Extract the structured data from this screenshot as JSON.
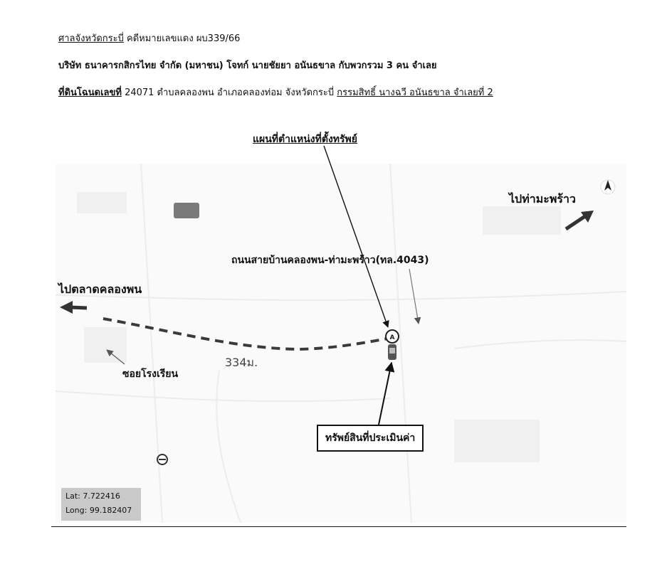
{
  "header": {
    "line1_court": "ศาลจังหวัดกระบี่",
    "line1_case": " คดีหมายเลขแดง ผบ339/66",
    "line2_parties": "บริษัท ธนาคารกสิกรไทย จำกัด (มหาชน) โจทก์  นายชัยยา อนันธขาล กับพวกรวม 3 คน จำเลย",
    "line3_land_label": "ที่ดินโฉนดเลขที่",
    "line3_location": " 24071 ตำบลคลองพน อำเภอคลองท่อม จังหวัดกระบี่ ",
    "line3_owner": "กรรมสิทธิ์ นางฉวี อนันธขาล จำเลยที่ 2"
  },
  "map": {
    "title": "แผนที่ตำแหน่งที่ตั้งทรัพย์",
    "road_label": "ถนนสายบ้านคลองพน-ท่ามะพร้าว(ทล.4043)",
    "direction_left": "ไปตลาดคลองพน",
    "direction_right": "ไปท่ามะพร้าว",
    "soi_label": "ซอยโรงเรียน",
    "distance": "334ม.",
    "property_label": "ทรัพย์สินที่ประเมินค่า",
    "marker_letter": "A",
    "lat": "Lat: 7.722416",
    "long": "Long: 99.182407",
    "compass_icon": "north-arrow-icon",
    "route_color": "#3a3a3a",
    "background_color": "#fafafa"
  }
}
